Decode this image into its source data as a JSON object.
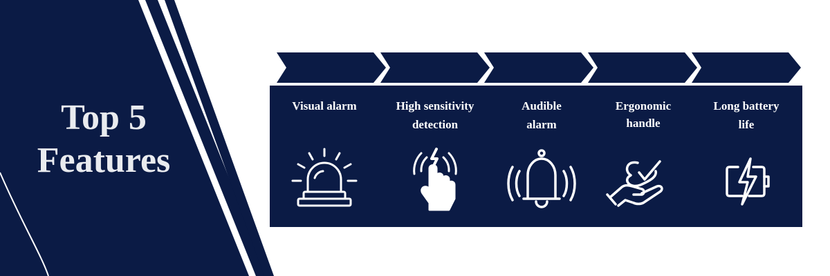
{
  "title": {
    "line1": "Top 5",
    "line2": "Features"
  },
  "features": [
    {
      "line1": "Visual alarm",
      "line2": "",
      "icon": "siren-icon"
    },
    {
      "line1": "High sensitivity",
      "line2": "detection",
      "icon": "touch-sensor-icon"
    },
    {
      "line1": "Audible",
      "line2": "alarm",
      "icon": "ringing-bell-icon"
    },
    {
      "line1": "Ergonomic",
      "line2": "handle",
      "icon": "hand-check-icon"
    },
    {
      "line1": "Long battery",
      "line2": "life",
      "icon": "battery-charging-icon"
    }
  ],
  "colors": {
    "navy": "#0b1b45",
    "text": "#ffffff",
    "title_text": "#e9ebef"
  }
}
